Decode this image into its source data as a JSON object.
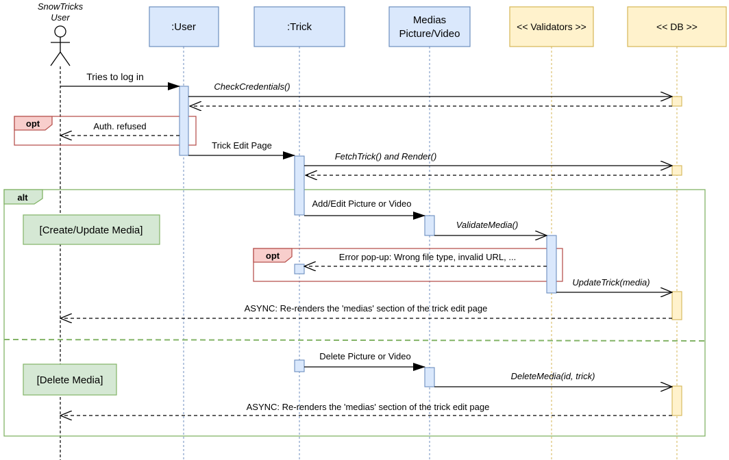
{
  "actor": {
    "line1": "SnowTricks",
    "line2": "User"
  },
  "participants": {
    "user": ":User",
    "trick": ":Trick",
    "medias_line1": "Medias",
    "medias_line2": "Picture/Video",
    "validators": "<< Validators >>",
    "db": "<< DB >>"
  },
  "messages": {
    "login": "Tries to log in",
    "check_credentials": "CheckCredentials()",
    "auth_refused": "Auth. refused",
    "trick_edit_page": "Trick Edit Page",
    "fetch_trick": "FetchTrick() and Render()",
    "add_edit_media": "Add/Edit Picture or Video",
    "validate_media": "ValidateMedia()",
    "error_popup": "Error pop-up: Wrong file type, invalid URL, ...",
    "update_trick": "UpdateTrick(media)",
    "async_rerender_1": "ASYNC: Re-renders the 'medias' section of the trick edit page",
    "delete_media_msg": "Delete Picture or Video",
    "delete_media_call": "DeleteMedia(id, trick)",
    "async_rerender_2": "ASYNC: Re-renders the 'medias' section of the trick edit page"
  },
  "frames": {
    "opt1": "opt",
    "alt": "alt",
    "opt2": "opt"
  },
  "guards": {
    "create_update": "[Create/Update Media]",
    "delete": "[Delete Media]"
  },
  "colors": {
    "participant_fill": "#dae8fc",
    "participant_stroke": "#6c8ebf",
    "db_fill": "#fff2cc",
    "db_stroke": "#d6b656",
    "opt_fill": "#f8cecc",
    "opt_stroke": "#b85450",
    "alt_stroke": "#82b366",
    "guard_fill": "#d5e8d4"
  }
}
